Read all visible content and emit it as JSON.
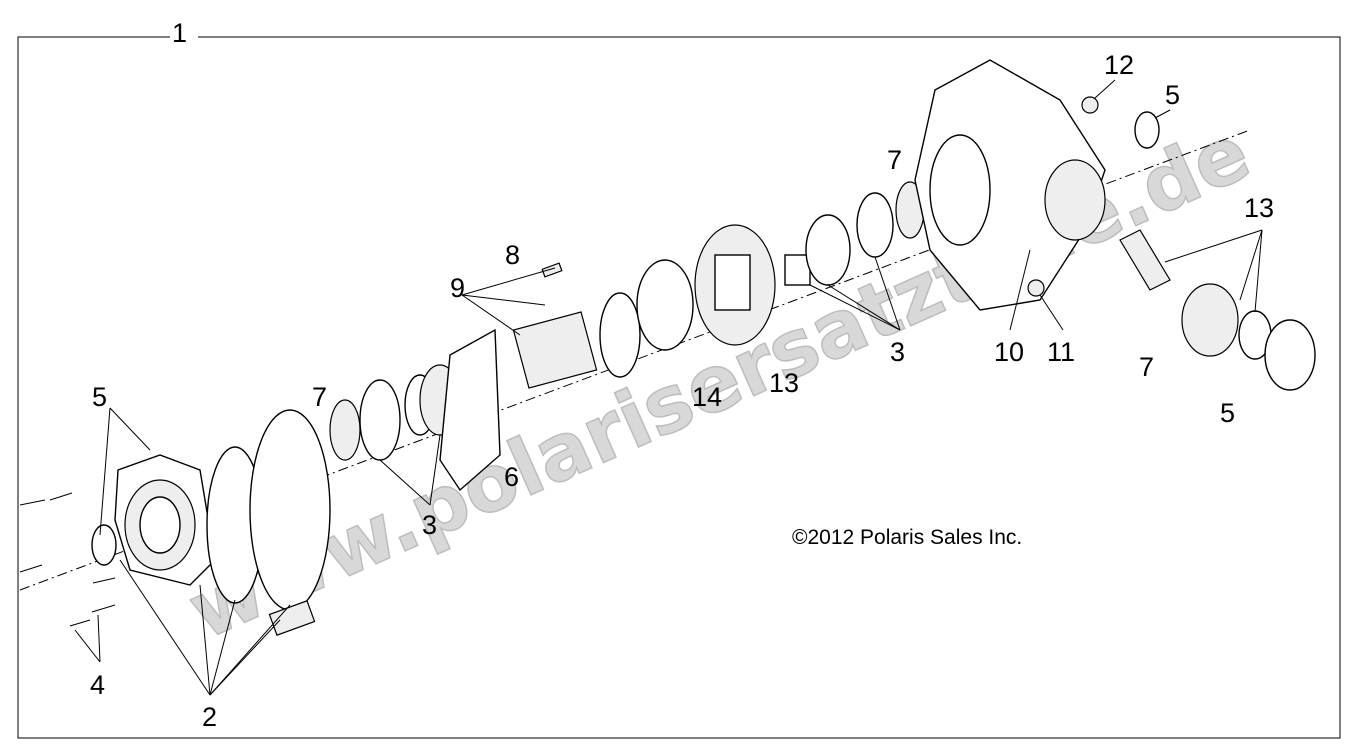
{
  "diagram": {
    "copyright": "©2012 Polaris Sales Inc.",
    "watermark": "www.polarisersatzteile.de",
    "callouts": {
      "c1": "1",
      "c2": "2",
      "c3a": "3",
      "c3b": "3",
      "c4": "4",
      "c5a": "5",
      "c5b": "5",
      "c5c": "5",
      "c6": "6",
      "c7a": "7",
      "c7b": "7",
      "c7c": "7",
      "c8": "8",
      "c9": "9",
      "c10": "10",
      "c11": "11",
      "c12": "12",
      "c13a": "13",
      "c13b": "13",
      "c14": "14"
    }
  }
}
